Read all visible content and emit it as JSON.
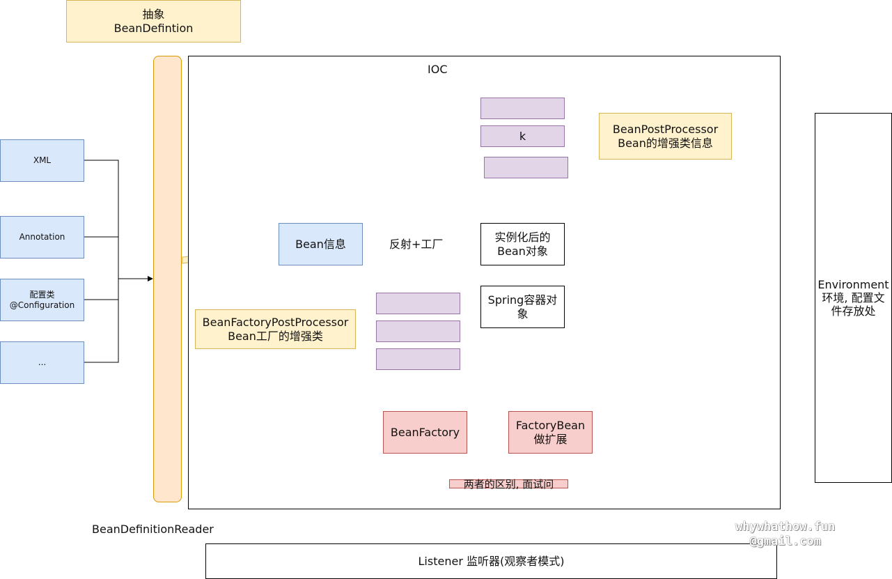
{
  "abstract_box": "抽象\nBeanDefintion",
  "sources": [
    "XML",
    "Annotation",
    "配置类\n@Configuration",
    "..."
  ],
  "reader_label": "BeanDefinitionReader",
  "ioc_label": "IOC",
  "bean_info": "Bean信息",
  "reflect_label": "反射+工厂",
  "bean_post_processor": "BeanPostProcessor\nBean的增强类信息",
  "post_processor_slot": "k",
  "instantiated_bean": "实例化后的\nBean对象",
  "spring_container": "Spring容器对\n象",
  "bean_factory_post_processor": "BeanFactoryPostProcessor\nBean工厂的增强类",
  "bean_factory": "BeanFactory",
  "factory_bean": "FactoryBean\n做扩展",
  "difference_note": "两者的区别, 面试问",
  "environment": "Environment\n环境, 配置文\n件存放处",
  "listener": "Listener 监听器(观察者模式)",
  "watermark": [
    "whywhathow.fun",
    "@gmail.com"
  ],
  "colors": {
    "blue_fill": "#dae8fc",
    "blue_stroke": "#6c8ebf",
    "yellow_fill": "#fff2cc",
    "yellow_stroke": "#d6b656",
    "purple_fill": "#e1d5e7",
    "purple_stroke": "#9673a6",
    "red_fill": "#f8cecc",
    "red_stroke": "#b85450",
    "orange_fill": "#ffe6cc",
    "orange_stroke": "#d79b00"
  }
}
